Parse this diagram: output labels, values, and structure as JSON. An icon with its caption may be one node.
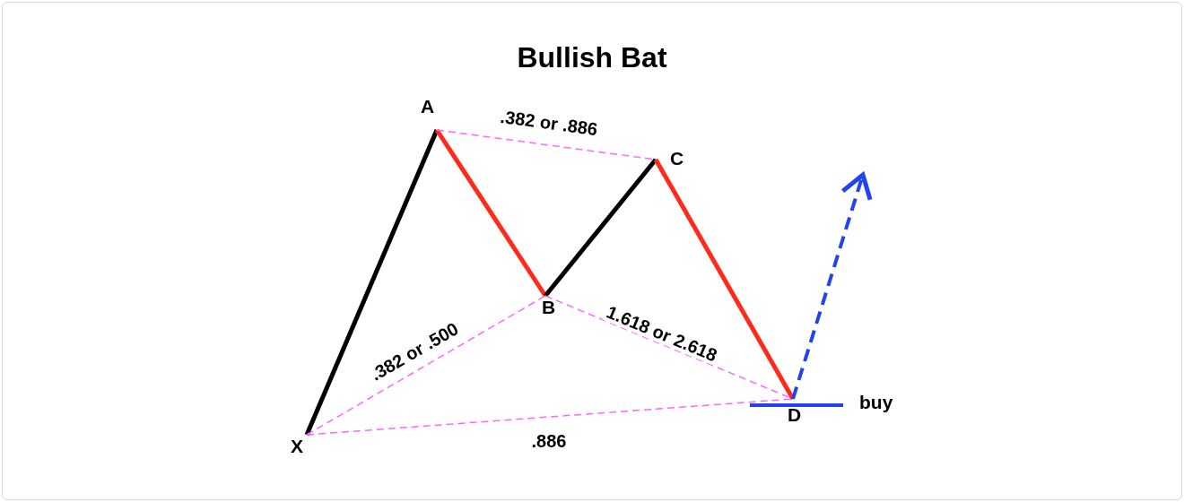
{
  "diagram": {
    "title": "Bullish Bat",
    "nodes": [
      {
        "text": [
          "X"
        ]
      },
      {
        "text": [
          "A"
        ]
      },
      {
        "text": [
          "B"
        ]
      },
      {
        "text": [
          "C"
        ]
      },
      {
        "text": [
          "D"
        ]
      }
    ],
    "edges": [
      {
        "from": 0,
        "to": 1,
        "arrow": "none",
        "color": "#000000"
      },
      {
        "from": 1,
        "to": 2,
        "arrow": "none",
        "color": "#ff2a1a"
      },
      {
        "from": 2,
        "to": 3,
        "arrow": "none",
        "color": "#000000"
      },
      {
        "from": 3,
        "to": 4,
        "arrow": "none",
        "color": "#ff2a1a"
      },
      {
        "from": 1,
        "to": 3,
        "arrow": "none",
        "style": "dashed",
        "color": "#ff66ff",
        "label": ".382 or .886"
      },
      {
        "from": 0,
        "to": 2,
        "arrow": "none",
        "style": "dashed",
        "color": "#ff66ff",
        "label": ".382 or .500"
      },
      {
        "from": 2,
        "to": 4,
        "arrow": "none",
        "style": "dashed",
        "color": "#ff66ff",
        "label": "1.618 or 2.618"
      },
      {
        "from": 0,
        "to": 4,
        "arrow": "none",
        "style": "dashed",
        "color": "#ff66ff",
        "label": ".886"
      },
      {
        "from": 4,
        "to": null,
        "arrow": "to",
        "style": "dashed",
        "color": "#2244ee"
      }
    ],
    "labels": [
      "buy"
    ]
  }
}
